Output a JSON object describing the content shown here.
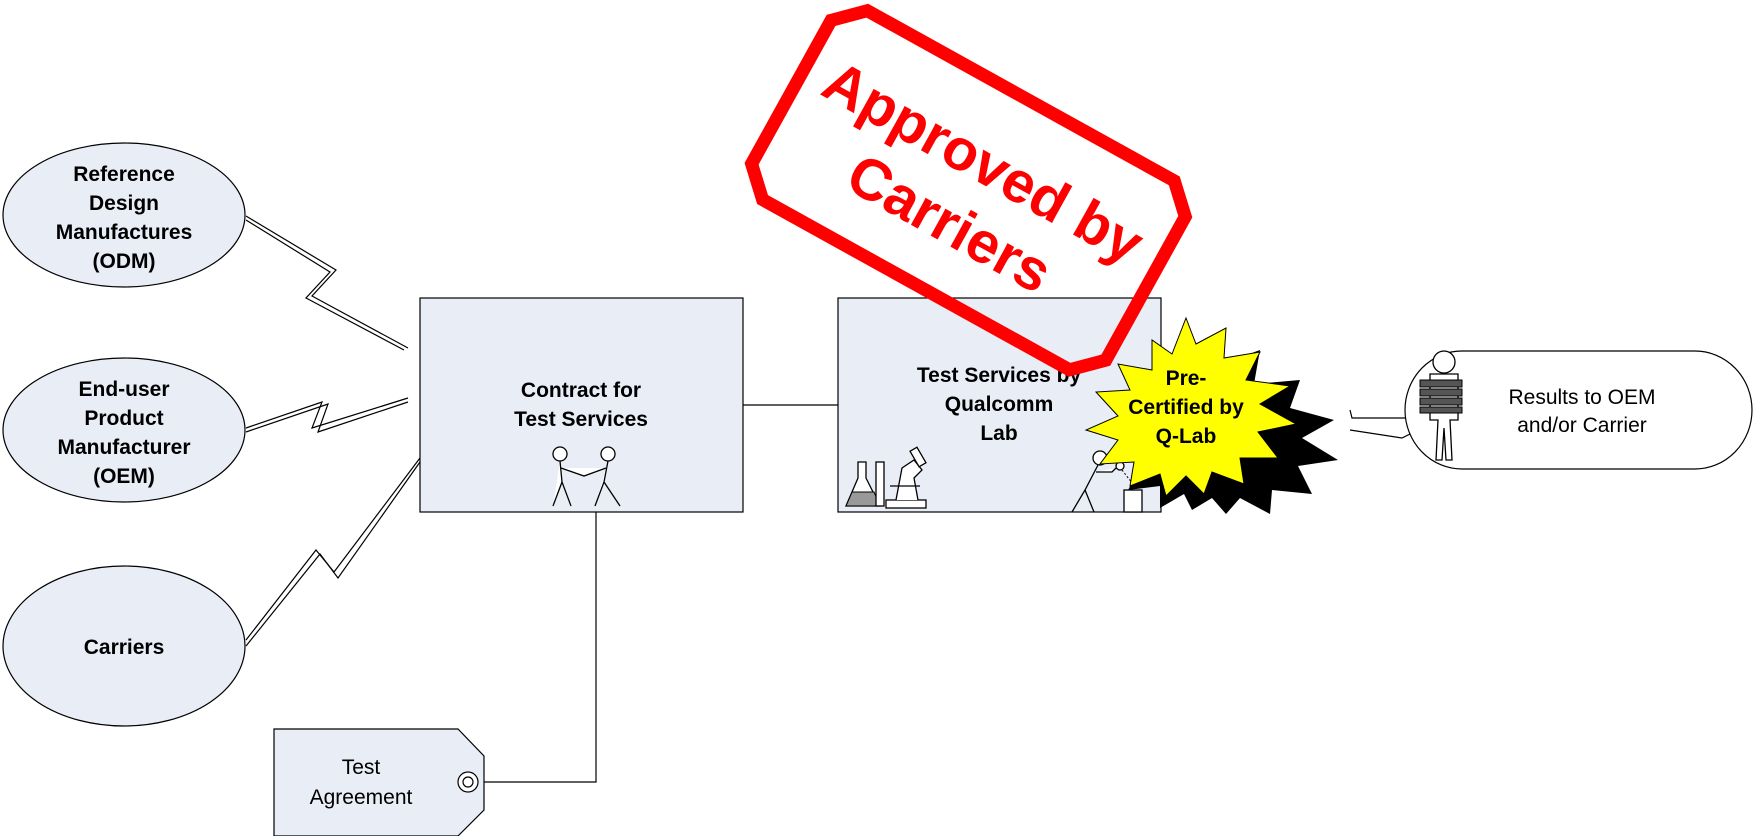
{
  "sources": {
    "odm": [
      "Reference",
      "Design",
      "Manufactures",
      "(ODM)"
    ],
    "oem": [
      "End-user",
      "Product",
      "Manufacturer",
      "(OEM)"
    ],
    "carriers": [
      "Carriers"
    ]
  },
  "contract_box": [
    "Contract for",
    "Test Services"
  ],
  "test_services_box": [
    "Test Services by",
    "Qualcomm",
    "Lab"
  ],
  "precert_burst": [
    "Pre-",
    "Certified by",
    "Q-Lab"
  ],
  "results_box": [
    "Results to OEM",
    "and/or Carrier"
  ],
  "agreement_tag": [
    "Test",
    "Agreement"
  ],
  "stamp": [
    "Approved by",
    "Carriers"
  ],
  "colors": {
    "node_fill": "#e8edf6",
    "stamp_red": "#ff0000",
    "burst_yellow": "#ffff00",
    "burst_shadow": "#000000"
  },
  "icons": [
    "handshake-icon",
    "lab-glassware-icon",
    "microscope-icon",
    "inspector-icon",
    "person-with-documents-icon"
  ]
}
